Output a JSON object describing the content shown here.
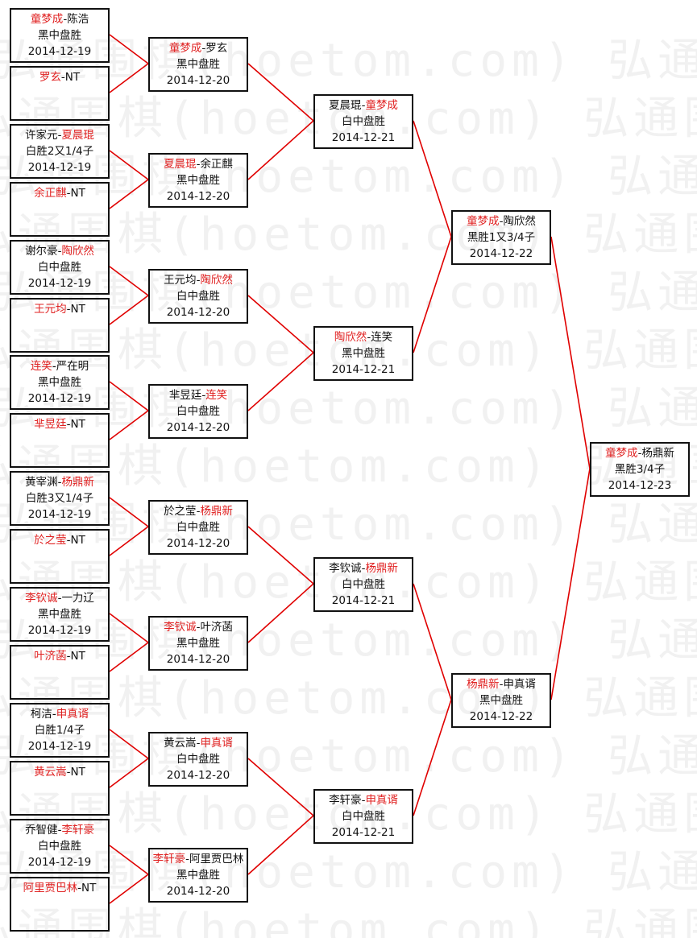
{
  "watermark": "弘通围棋(hoetom.com) 弘通围棋(hoetom.com)",
  "colors": {
    "winner": "#e02020",
    "line": "#e00000",
    "border": "#111111"
  },
  "rounds": [
    {
      "date": "2014-12-19",
      "matches": [
        {
          "p1": "童梦成",
          "p2": "陈浩",
          "winner": 1,
          "result": "黑中盘胜",
          "date": "2014-12-19"
        },
        {
          "p1": "罗玄",
          "p2": "NT",
          "winner": 1,
          "result": "",
          "date": ""
        },
        {
          "p1": "许家元",
          "p2": "夏晨琨",
          "winner": 2,
          "result": "白胜2又1/4子",
          "date": "2014-12-19"
        },
        {
          "p1": "余正麒",
          "p2": "NT",
          "winner": 1,
          "result": "",
          "date": ""
        },
        {
          "p1": "谢尔豪",
          "p2": "陶欣然",
          "winner": 2,
          "result": "白中盘胜",
          "date": "2014-12-19"
        },
        {
          "p1": "王元均",
          "p2": "NT",
          "winner": 1,
          "result": "",
          "date": ""
        },
        {
          "p1": "连笑",
          "p2": "严在明",
          "winner": 1,
          "result": "黑中盘胜",
          "date": "2014-12-19"
        },
        {
          "p1": "芈昱廷",
          "p2": "NT",
          "winner": 1,
          "result": "",
          "date": ""
        },
        {
          "p1": "黄宰渊",
          "p2": "杨鼎新",
          "winner": 2,
          "result": "白胜3又1/4子",
          "date": "2014-12-19"
        },
        {
          "p1": "於之莹",
          "p2": "NT",
          "winner": 1,
          "result": "",
          "date": ""
        },
        {
          "p1": "李钦诚",
          "p2": "一力辽",
          "winner": 1,
          "result": "黑中盘胜",
          "date": "2014-12-19"
        },
        {
          "p1": "叶济菡",
          "p2": "NT",
          "winner": 1,
          "result": "",
          "date": ""
        },
        {
          "p1": "柯洁",
          "p2": "申真谞",
          "winner": 2,
          "result": "白胜1/4子",
          "date": "2014-12-19"
        },
        {
          "p1": "黄云嵩",
          "p2": "NT",
          "winner": 1,
          "result": "",
          "date": ""
        },
        {
          "p1": "乔智健",
          "p2": "李轩豪",
          "winner": 2,
          "result": "白中盘胜",
          "date": "2014-12-19"
        },
        {
          "p1": "阿里贾巴林",
          "p2": "NT",
          "winner": 1,
          "result": "",
          "date": ""
        }
      ]
    },
    {
      "date": "2014-12-20",
      "matches": [
        {
          "p1": "童梦成",
          "p2": "罗玄",
          "winner": 1,
          "result": "黑中盘胜",
          "date": "2014-12-20"
        },
        {
          "p1": "夏晨琨",
          "p2": "余正麒",
          "winner": 1,
          "result": "黑中盘胜",
          "date": "2014-12-20"
        },
        {
          "p1": "王元均",
          "p2": "陶欣然",
          "winner": 2,
          "result": "白中盘胜",
          "date": "2014-12-20"
        },
        {
          "p1": "芈昱廷",
          "p2": "连笑",
          "winner": 2,
          "result": "白中盘胜",
          "date": "2014-12-20"
        },
        {
          "p1": "於之莹",
          "p2": "杨鼎新",
          "winner": 2,
          "result": "白中盘胜",
          "date": "2014-12-20"
        },
        {
          "p1": "李钦诚",
          "p2": "叶济菡",
          "winner": 1,
          "result": "黑中盘胜",
          "date": "2014-12-20"
        },
        {
          "p1": "黄云嵩",
          "p2": "申真谞",
          "winner": 2,
          "result": "白中盘胜",
          "date": "2014-12-20"
        },
        {
          "p1": "李轩豪",
          "p2": "阿里贾巴林",
          "winner": 1,
          "result": "黑中盘胜",
          "date": "2014-12-20"
        }
      ]
    },
    {
      "date": "2014-12-21",
      "matches": [
        {
          "p1": "夏晨琨",
          "p2": "童梦成",
          "winner": 2,
          "result": "白中盘胜",
          "date": "2014-12-21"
        },
        {
          "p1": "陶欣然",
          "p2": "连笑",
          "winner": 1,
          "result": "黑中盘胜",
          "date": "2014-12-21"
        },
        {
          "p1": "李钦诚",
          "p2": "杨鼎新",
          "winner": 2,
          "result": "白中盘胜",
          "date": "2014-12-21"
        },
        {
          "p1": "李轩豪",
          "p2": "申真谞",
          "winner": 2,
          "result": "白中盘胜",
          "date": "2014-12-21"
        }
      ]
    },
    {
      "date": "2014-12-22",
      "matches": [
        {
          "p1": "童梦成",
          "p2": "陶欣然",
          "winner": 1,
          "result": "黑胜1又3/4子",
          "date": "2014-12-22"
        },
        {
          "p1": "杨鼎新",
          "p2": "申真谞",
          "winner": 1,
          "result": "黑中盘胜",
          "date": "2014-12-22"
        }
      ]
    },
    {
      "date": "2014-12-23",
      "matches": [
        {
          "p1": "童梦成",
          "p2": "杨鼎新",
          "winner": 1,
          "result": "黑胜3/4子",
          "date": "2014-12-23"
        }
      ]
    }
  ]
}
